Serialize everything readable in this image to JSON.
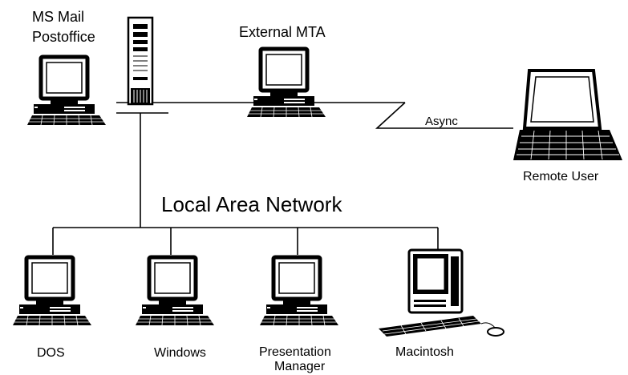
{
  "labels": {
    "postoffice_line1": "MS Mail",
    "postoffice_line2": "Postoffice",
    "external_mta": "External MTA",
    "async": "Async",
    "remote_user": "Remote User",
    "lan": "Local Area Network",
    "dos": "DOS",
    "windows": "Windows",
    "pm_line1": "Presentation",
    "pm_line2": "Manager",
    "macintosh": "Macintosh"
  },
  "icons": [
    "desktop-pc-icon",
    "tower-server-icon",
    "laptop-icon",
    "macintosh-icon"
  ],
  "colors": {
    "line": "#000000",
    "background": "#ffffff"
  }
}
